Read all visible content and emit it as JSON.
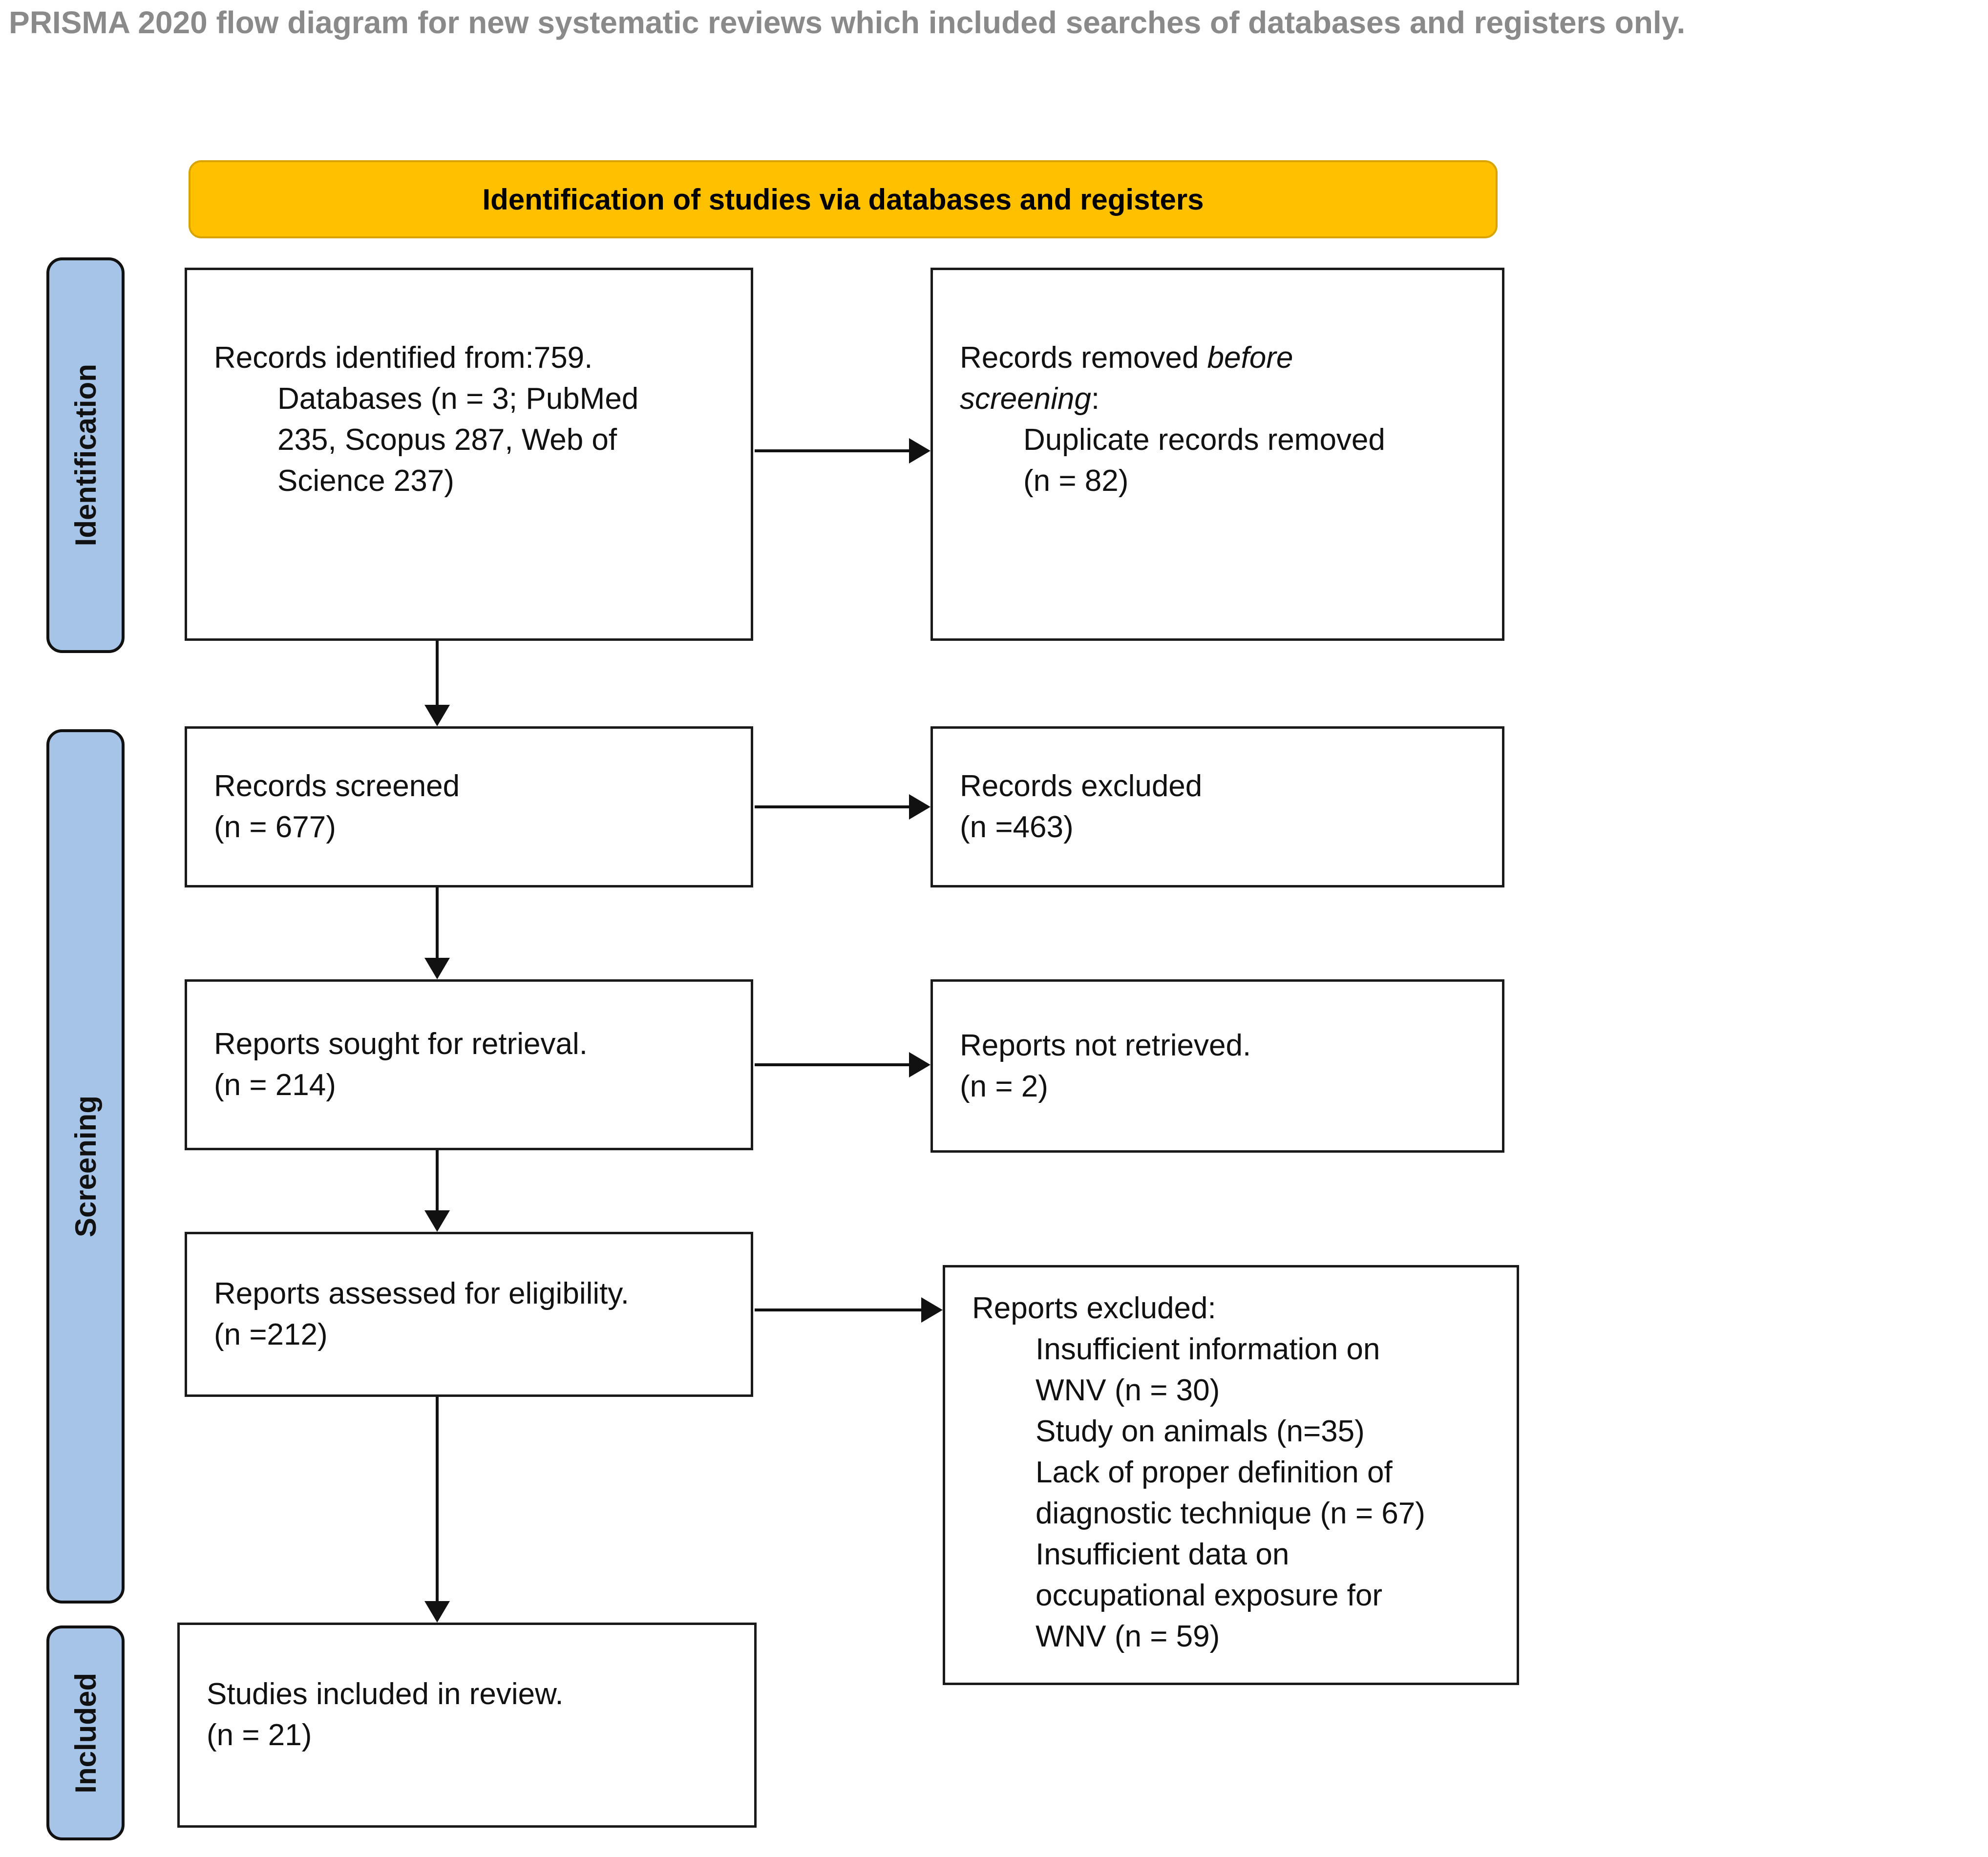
{
  "title": "PRISMA 2020 flow diagram for new systematic reviews which included searches of databases and registers only.",
  "banner": {
    "label": "Identification of studies via databases and registers"
  },
  "stages": [
    {
      "label": "Identification"
    },
    {
      "label": "Screening"
    },
    {
      "label": "Included"
    }
  ],
  "colors": {
    "banner_bg": "#FFC000",
    "banner_border": "#D9A400",
    "stage_bg": "#A6C4E8",
    "box_border": "#1A1A1A",
    "arrow": "#111111",
    "title_text": "#8A8A8A"
  },
  "boxes": {
    "records_identified": {
      "lines": [
        {
          "text": "Records identified from:759."
        },
        {
          "text": "Databases (n = 3; PubMed",
          "indent": true
        },
        {
          "text": "235, Scopus 287, Web of",
          "indent": true
        },
        {
          "text": "Science 237)",
          "indent": true
        }
      ]
    },
    "records_removed": {
      "lines": [
        {
          "parts": [
            {
              "text": "Records removed "
            },
            {
              "text": "before",
              "italic": true
            }
          ]
        },
        {
          "parts": [
            {
              "text": "screening",
              "italic": true
            },
            {
              "text": ":"
            }
          ]
        },
        {
          "text": "Duplicate records removed",
          "indent": true
        },
        {
          "text": "(n = 82)",
          "indent": true
        }
      ]
    },
    "records_screened": {
      "lines": [
        {
          "text": "Records screened"
        },
        {
          "text": "(n = 677)"
        }
      ]
    },
    "records_excluded": {
      "lines": [
        {
          "text": "Records excluded"
        },
        {
          "text": "(n =463)"
        }
      ]
    },
    "reports_sought": {
      "lines": [
        {
          "text": "Reports sought for retrieval."
        },
        {
          "text": "(n = 214)"
        }
      ]
    },
    "reports_not_retrieved": {
      "lines": [
        {
          "text": "Reports not retrieved."
        },
        {
          "text": "(n = 2)"
        }
      ]
    },
    "reports_assessed": {
      "lines": [
        {
          "text": "Reports assessed for eligibility."
        },
        {
          "text": "(n =212)"
        }
      ]
    },
    "reports_excluded": {
      "lines": [
        {
          "text": "Reports excluded:"
        },
        {
          "text": "Insufficient information on",
          "indent": true
        },
        {
          "text": "WNV (n = 30)",
          "indent": true
        },
        {
          "text": "Study on animals (n=35)",
          "indent": true
        },
        {
          "text": "Lack of proper definition of",
          "indent": true
        },
        {
          "text": "diagnostic technique (n = 67)",
          "indent": true
        },
        {
          "text": "Insufficient data on",
          "indent": true
        },
        {
          "text": "occupational exposure for",
          "indent": true
        },
        {
          "text": "WNV (n = 59)",
          "indent": true
        }
      ]
    },
    "studies_included": {
      "lines": [
        {
          "text": "Studies included in review."
        },
        {
          "text": "(n = 21)"
        }
      ]
    }
  }
}
